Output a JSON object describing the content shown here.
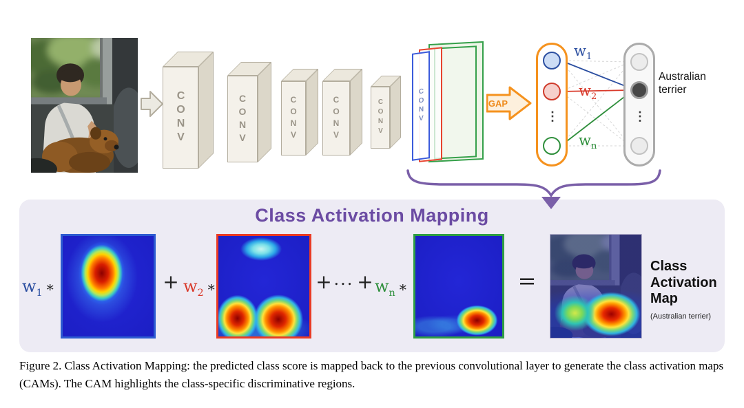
{
  "colors": {
    "accent_purple": "#6b4ba3",
    "orange": "#f5921e",
    "blue": "#2b4ea0",
    "red": "#d93a2b",
    "green": "#2f8f3c"
  },
  "network": {
    "conv_blocks": [
      {
        "label": "CONV"
      },
      {
        "label": "CONV"
      },
      {
        "label": "CONV"
      },
      {
        "label": "CONV"
      },
      {
        "label": "CONV"
      }
    ],
    "feature_layer_label": "CONV",
    "gap_label": "GAP",
    "vector_dots": "⋮",
    "weights": [
      {
        "base": "w",
        "sub": "1"
      },
      {
        "base": "w",
        "sub": "2"
      },
      {
        "base": "w",
        "sub": "n"
      }
    ],
    "class_label": {
      "line1": "Australian",
      "line2": "terrier"
    }
  },
  "cam_panel": {
    "title": "Class Activation Mapping",
    "terms": [
      {
        "base": "w",
        "sub": "1",
        "op": "∗"
      },
      {
        "base": "w",
        "sub": "2",
        "op": "∗"
      },
      {
        "base": "w",
        "sub": "n",
        "op": "∗"
      }
    ],
    "plus": "+",
    "dots": "...",
    "equals": "=",
    "result_label": {
      "line1": "Class",
      "line2": "Activation",
      "line3": "Map"
    },
    "result_sublabel": "(Australian terrier)"
  },
  "caption": "Figure 2. Class Activation Mapping: the predicted class score is mapped back to the previous convolutional layer to generate the class activation maps (CAMs). The CAM highlights the class-specific discriminative regions."
}
